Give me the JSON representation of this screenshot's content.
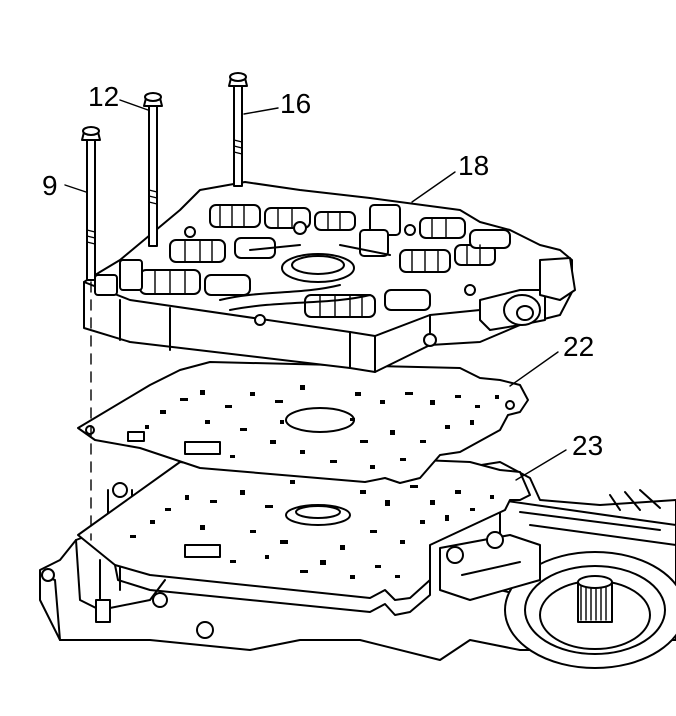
{
  "callouts": [
    {
      "id": "bolt-9",
      "label": "9"
    },
    {
      "id": "bolt-12",
      "label": "12"
    },
    {
      "id": "bolt-16",
      "label": "16"
    },
    {
      "id": "valve-body",
      "label": "18"
    },
    {
      "id": "spacer-plate-gasket",
      "label": "22"
    },
    {
      "id": "case-gasket",
      "label": "23"
    }
  ]
}
